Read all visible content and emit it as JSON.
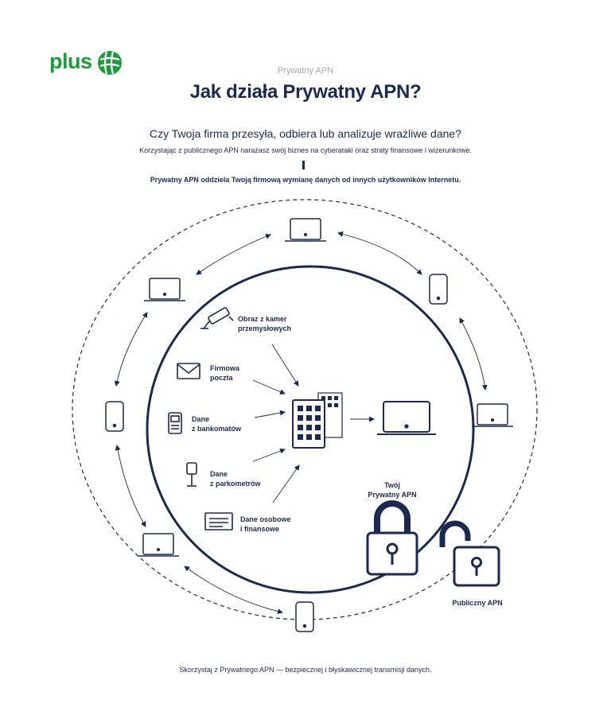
{
  "logo": {
    "text": "plus"
  },
  "header": {
    "eyebrow": "Prywatny APN",
    "title": "Jak działa Prywatny APN?",
    "question": "Czy Twoja firma przesyła, odbiera lub analizuje wrażliwe dane?",
    "warning": "Korzystając z publicznego APN narażasz swój biznes na cyberataki oraz straty finansowe i wizerunkowe.",
    "statement": "Prywatny APN oddziela Twoją firmową wymianę danych od innych użytkowników Internetu."
  },
  "sources": [
    {
      "line1": "Obraz z kamer",
      "line2": "przemysłowych",
      "icon": "cctv-camera-icon"
    },
    {
      "line1": "Firmowa",
      "line2": "poczta",
      "icon": "envelope-icon"
    },
    {
      "line1": "Dane",
      "line2": "z bankomatów",
      "icon": "atm-icon"
    },
    {
      "line1": "Dane",
      "line2": "z parkometrów",
      "icon": "parking-meter-icon"
    },
    {
      "line1": "Dane osobowe",
      "line2": "i finansowe",
      "icon": "monitor-icon"
    }
  ],
  "locks": {
    "private_line1": "Twój",
    "private_line2": "Prywatny APN",
    "public": "Publiczny APN"
  },
  "footer": "Skorzystaj z Prywatnego APN — bezpiecznej i błyskawicznej transmisji danych.",
  "colors": {
    "navy": "#1b2a4e",
    "brand_green": "#1f9a3e",
    "muted": "#a3a8b5"
  }
}
